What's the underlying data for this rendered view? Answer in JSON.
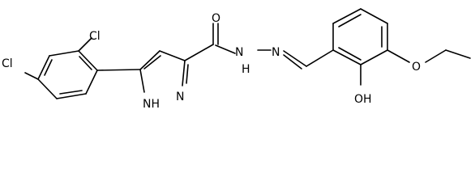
{
  "molecule": {
    "labels": {
      "cl_ortho": "Cl",
      "cl_para": "Cl",
      "carbonyl_o": "O",
      "hydrazone_n1": "N",
      "hydrazone_n2": "N",
      "pyrazole_nh": "NH",
      "pyrazole_h": "H",
      "pyrazole_n": "N",
      "hydroxyl": "OH",
      "ether_o": "O"
    },
    "colors": {
      "bond": "#000000",
      "text": "#000000",
      "background": "#ffffff"
    }
  }
}
